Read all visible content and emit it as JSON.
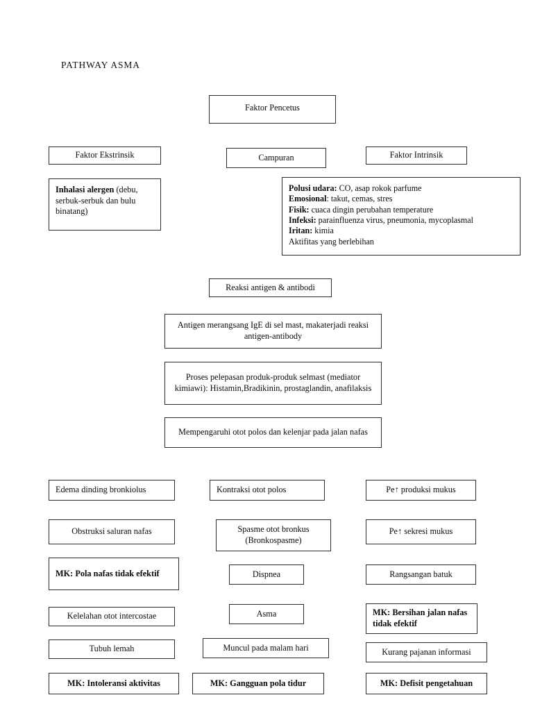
{
  "title": "PATHWAY ASMA",
  "nodes": {
    "faktor_pencetus": "Faktor Pencetus",
    "faktor_ekstrinsik": "Faktor Ekstrinsik",
    "campuran": "Campuran",
    "faktor_intrinsik": "Faktor Intrinsik",
    "inhalasi_lead": "Inhalasi alergen",
    "inhalasi_rest": " (debu, serbuk-serbuk dan bulu binatang)",
    "reaksi_antigen": "Reaksi antigen & antibodi",
    "antigen_merangsang": "Antigen merangsang IgE di sel mast, makaterjadi reaksi antigen-antibody",
    "proses_pelepasan": "Proses pelepasan produk-produk selmast (mediator kimiawi): Histamin,Bradikinin, prostaglandin, anafilaksis",
    "mempengaruhi": "Mempengaruhi otot polos dan kelenjar pada jalan nafas",
    "edema_dinding": "Edema dinding bronkiolus",
    "obstruksi_saluran": "Obstruksi saluran nafas",
    "mk_pola_nafas": "MK: Pola nafas tidak efektif",
    "kelelahan_otot": "Kelelahan otot intercostae",
    "tubuh_lemah": "Tubuh lemah",
    "mk_intoleransi": "MK: Intoleransi aktivitas",
    "kontraksi_otot": "Kontraksi otot polos",
    "spasme_otot": "Spasme otot bronkus (Bronkospasme)",
    "dispnea": "Dispnea",
    "asma": "Asma",
    "muncul_malam": "Muncul pada malam hari",
    "mk_gangguan_tidur": "MK: Gangguan pola tidur",
    "pe_produksi_mukus": "Pe↑ produksi mukus",
    "pe_sekresi_mukus": "Pe↑ sekresi mukus",
    "rangsangan_batuk": "Rangsangan batuk",
    "mk_bersihan": "MK: Bersihan jalan nafas tidak efektif",
    "kurang_pajanan": "Kurang pajanan informasi",
    "mk_defisit": "MK: Defisit pengetahuan"
  },
  "intrinsik_detail": [
    {
      "lead": "Polusi udara:",
      "rest": " CO, asap rokok parfume"
    },
    {
      "lead": "Emosional",
      "rest": ": takut, cemas, stres"
    },
    {
      "lead": "Fisik:",
      "rest": " cuaca dingin perubahan temperature"
    },
    {
      "lead": "Infeksi:",
      "rest": " parainfluenza virus, pneumonia, mycoplasmal"
    },
    {
      "lead": "Iritan:",
      "rest": " kimia"
    },
    {
      "lead": "",
      "rest": "Aktifitas yang berlebihan"
    }
  ],
  "colors": {
    "border": "#2b2b2b",
    "text": "#0a0a0a",
    "background": "#ffffff"
  }
}
